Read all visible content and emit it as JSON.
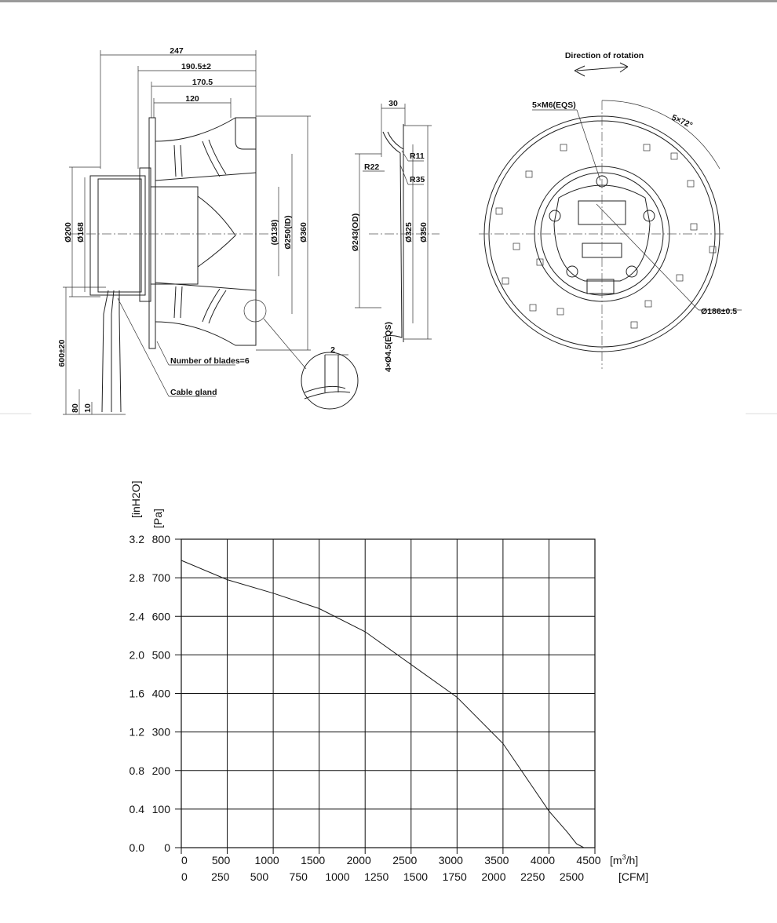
{
  "drawing": {
    "side": {
      "d247": "247",
      "d190": "190.5±2",
      "d170": "170.5",
      "d120": "120",
      "d200": "Ø200",
      "d168": "Ø168",
      "d138": "(Ø138)",
      "d250": "Ø250(ID)",
      "d360": "Ø360",
      "d600": "600±20",
      "d80": "80",
      "d10": "10",
      "blades": "Number of blades=6",
      "gland": "Cable gland",
      "detail2": "2"
    },
    "section": {
      "d30": "30",
      "r11": "R11",
      "r22": "R22",
      "r35": "R35",
      "d243": "Ø243(OD)",
      "d325": "Ø325",
      "d350": "Ø350",
      "holes": "4×Ø4.5(EQS)"
    },
    "front": {
      "rotation": "Direction of rotation",
      "m6": "5×M6(EQS)",
      "angle": "5×72°",
      "d186": "Ø186±0.5"
    }
  },
  "chart_data": {
    "type": "line",
    "x": [
      0,
      500,
      1000,
      1500,
      2000,
      2500,
      3000,
      3500,
      4000,
      4200,
      4300,
      4380
    ],
    "y": [
      745,
      695,
      660,
      620,
      560,
      475,
      390,
      270,
      95,
      40,
      10,
      0
    ],
    "xlim": [
      0,
      4500
    ],
    "ylim": [
      0,
      800
    ],
    "x_ticks": [
      "0",
      "500",
      "1000",
      "1500",
      "2000",
      "2500",
      "3000",
      "3500",
      "4000",
      "4500"
    ],
    "x_unit": "[m3/h]",
    "x2_ticks": [
      "0",
      "250",
      "500",
      "750",
      "1000",
      "1250",
      "1500",
      "1750",
      "2000",
      "2250",
      "2500"
    ],
    "x2_unit": "[CFM]",
    "y_ticks": [
      "0",
      "100",
      "200",
      "300",
      "400",
      "500",
      "600",
      "700",
      "800"
    ],
    "y_unit": "[Pa]",
    "y2_ticks": [
      "0.0",
      "0.4",
      "0.8",
      "1.2",
      "1.6",
      "2.0",
      "2.4",
      "2.8",
      "3.2"
    ],
    "y2_unit": "[inH2O]",
    "grid": true,
    "line_color": "#1a1a1a"
  }
}
